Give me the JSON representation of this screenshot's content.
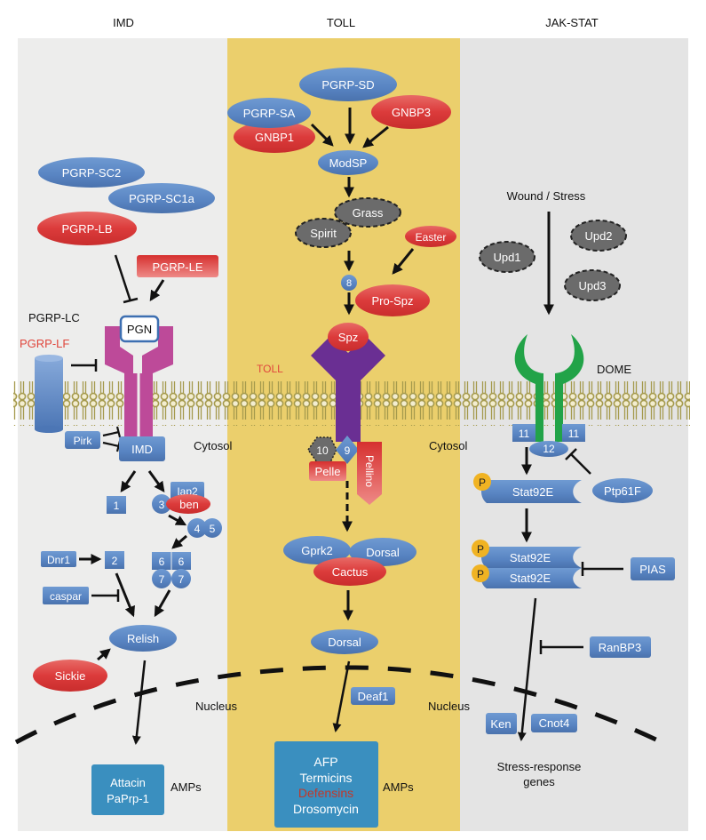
{
  "headers": {
    "imd": "IMD",
    "toll": "TOLL",
    "jak": "JAK-STAT"
  },
  "colors": {
    "panel_gray": "#ececec",
    "panel_yellow": "#ebcf6c",
    "panel_right": "#e4e4e4",
    "blue": "#5b86c4",
    "red": "#d9383a",
    "gray_dashed": "#6b6b6b",
    "magenta": "#bd4a99",
    "purple": "#6a2f93",
    "green": "#22a348",
    "amp_box": "#3a8fbf",
    "membrane": "#a59a4d",
    "phospho": "#f0b323",
    "defensins": "#c0392b",
    "red_label": "#e0463c"
  },
  "imd": {
    "pgrp_sc2": "PGRP-SC2",
    "pgrp_sc1a": "PGRP-SC1a",
    "pgrp_lb": "PGRP-LB",
    "pgrp_le": "PGRP-LE",
    "pgn": "PGN",
    "pgrp_lc": "PGRP-LC",
    "pgrp_lf": "PGRP-LF",
    "pirk": "Pirk",
    "imd": "IMD",
    "cytosol": "Cytosol",
    "n1": "1",
    "n2": "2",
    "n3": "3",
    "iap2": "Iap2",
    "ben": "ben",
    "n4": "4",
    "n5": "5",
    "n6": "6",
    "n7": "7",
    "dnr1": "Dnr1",
    "caspar": "caspar",
    "relish": "Relish",
    "sickie": "Sickie",
    "nucleus": "Nucleus",
    "amp_1": "Attacin",
    "amp_2": "PaPrp-1",
    "amps": "AMPs"
  },
  "toll": {
    "pgrp_sd": "PGRP-SD",
    "pgrp_sa": "PGRP-SA",
    "gnbp1": "GNBP1",
    "gnbp3": "GNBP3",
    "modsp": "ModSP",
    "grass": "Grass",
    "spirit": "Spirit",
    "easter": "Easter",
    "n8": "8",
    "pro_spz": "Pro-Spz",
    "spz": "Spz",
    "toll_label": "TOLL",
    "n9": "9",
    "n10": "10",
    "pelle": "Pelle",
    "pellino": "Pellino",
    "gprk2": "Gprk2",
    "dorsal": "Dorsal",
    "cactus": "Cactus",
    "dorsal2": "Dorsal",
    "deaf1": "Deaf1",
    "cytosol": "Cytosol",
    "nucleus": "Nucleus",
    "amp_1": "AFP",
    "amp_2": "Termicins",
    "amp_3": "Defensins",
    "amp_4": "Drosomycin",
    "amps": "AMPs"
  },
  "jak": {
    "wound": "Wound / Stress",
    "upd1": "Upd1",
    "upd2": "Upd2",
    "upd3": "Upd3",
    "dome": "DOME",
    "n11": "11",
    "n12": "12",
    "p": "P",
    "stat": "Stat92E",
    "ptp61f": "Ptp61F",
    "pias": "PIAS",
    "ranbp3": "RanBP3",
    "ken": "Ken",
    "cnot4": "Cnot4",
    "genes_1": "Stress-response",
    "genes_2": "genes"
  }
}
